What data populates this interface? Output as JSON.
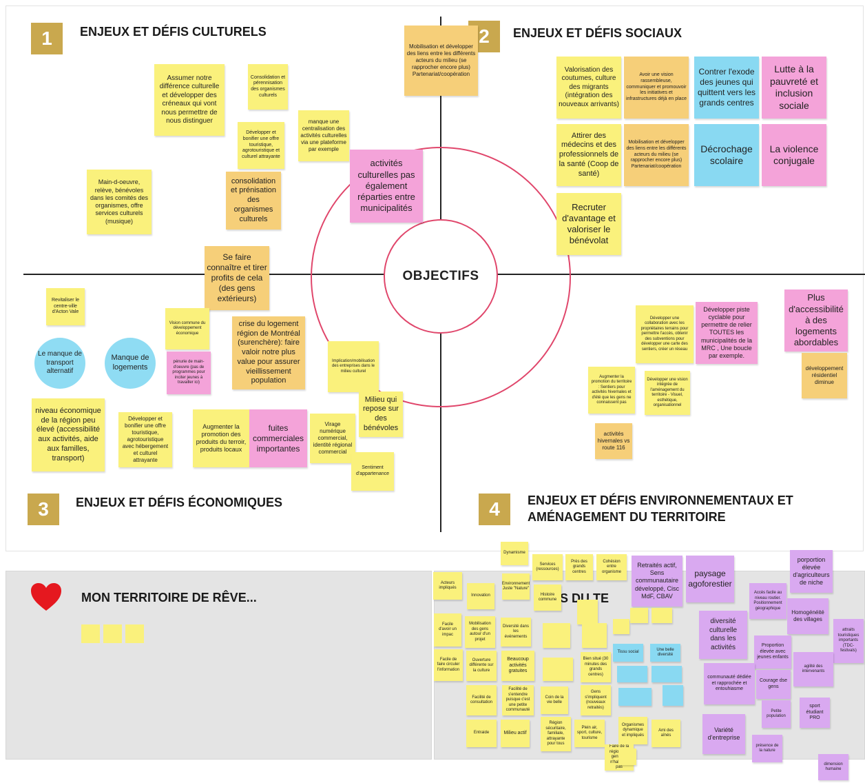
{
  "board": {
    "center_label": "OBJECTIFS"
  },
  "sections": {
    "q1": {
      "number": "1",
      "title": "ENJEUX ET DÉFIS CULTURELS"
    },
    "q2": {
      "number": "2",
      "title": "ENJEUX ET DÉFIS SOCIAUX"
    },
    "q3": {
      "number": "3",
      "title": "ENJEUX ET DÉFIS ÉCONOMIQUES"
    },
    "q4": {
      "number": "4",
      "title_line1": "ENJEUX ET DÉFIS ENVIRONNEMENTAUX ET",
      "title_line2": "AMÉNAGEMENT DU TERRITOIRE"
    }
  },
  "reve": {
    "title": "MON TERRITOIRE DE RÊVE..."
  },
  "ressources": {
    "title_partial": "RCES DU TE"
  },
  "colors": {
    "yellow": "#faf17c",
    "orange": "#f6cf79",
    "pink": "#f4a3d9",
    "blue": "#89d9f2",
    "violet": "#d9a9f0",
    "gold": "#c9a84e",
    "ring": "#e0466b"
  },
  "notes": {
    "c1": "Assumer notre différence culturelle et développer des créneaux qui vont nous permettre de nous distinguer",
    "c2": "Consolidation et pérennisation des organismes culturels",
    "c3": "Développer et bonifier une offre touristique, agrotouristique et culturel attrayante",
    "c4": "manque une centralisation des activités culturelles via une plateforme par exemple",
    "c5": "Main-d-oeuvre, relève, bénévoles dans les comités des organismes, offre services culturels (musique)",
    "c6": "consolidation et prénisation des organismes culturels",
    "c7": "activités culturelles pas également réparties entre municipalités",
    "c8": "Mobilisation et développer des liens entre les différents acteurs du milieu (se rapprocher encore plus) Partenariat/coopération",
    "c9": "Se faire connaître et tirer profits de cela (des gens extérieurs)",
    "s1": "Valorisation des coutumes, culture des migrants (intégration des nouveaux arrivants)",
    "s2": "Avoir une vision rassembleuse, communiquer et promouvoir les initiatives et infrastructures déjà en place",
    "s3": "Contrer l'exode des jeunes qui quittent vers les grands centres",
    "s4": "Lutte à la pauvreté et inclusion sociale",
    "s5": "Attirer des médecins et des professionnels de la santé (Coop de santé)",
    "s6": "Mobilisation et développer des liens entre les différents acteurs du milieu (se rapprocher encore plus) Partenariat/coopération",
    "s7": "Décrochage scolaire",
    "s8": "La violence conjugale",
    "s9": "Recruter d'avantage et valoriser le bénévolat",
    "e1": "Revitaliser le centre-ville d'Acton Vale",
    "e2": "Vision commune du développement économique",
    "e3": "crise du logement région de Montréal (surenchère): faire valoir notre plus value pour assurer vieillissement population",
    "e4": "Le manque de transport alternatif",
    "e5": "Manque de logements",
    "e6": "pénurie de main-d'oeuvre (pas de programmes pour inciter jeunes à travailler ici)",
    "e7": "Implication/mobilisation des entreprises dans le milieu culturel",
    "e8": "Milieu qui repose sur des bénévoles",
    "e9": "niveau économique de la région peu élevé (accessibilité aux activités, aide aux familles, transport)",
    "e10": "Développer et bonifier une offre touristique, agrotouristique avec hébergement et culturel attrayante",
    "e11": "Augmenter la promotion des produits du terroir, produits locaux",
    "e12": "fuites commerciales importantes",
    "e13": "Virage numérique commercial, identité régional commercial",
    "e14": "Sentiment d'appartenance",
    "v1": "Développer une collaboration avec les propriétaires terrains pour permettre l'accès, obtenir des subventions pour développer une carte des sentiers, créer un réseau",
    "v2": "Développer piste cyclable pour permettre de relier TOUTES les municipalités de la MRC , Une boucle par exemple.",
    "v3": "Plus d'accessibilité à des logements abordables",
    "v4": "Augmenter la promotion du territoire : Sentiers pour activités hivernales et d'été que les gens ne connaissent pas",
    "v5": "Développer une vision intégrée de l'aménagement du territoire - Visuel, esthétique, organisationnel",
    "v6": "développement résidentiel diminue",
    "v7": "activités hivernales vs route 116",
    "r1": "Dynamisme",
    "r2": "Services (ressources)",
    "r3": "Près des grands centres",
    "r4": "Cohésion entre organisme",
    "r5": "Retraités actif, Sens communautaire développé, Cisc MdF, CBAV",
    "r6": "paysage agoforestier",
    "r7": "porportion élevée d'agriculteurs de niche",
    "r8": "Acteurs impliqués",
    "r9": "Environnement Juste \"Nature\"",
    "r10": "Innovation",
    "r11": "Histoire commune",
    "r12": "Accès facile au niveau routier. Positionnement géographique",
    "r13": "Homogénéité des villages",
    "r14": "attraits touristiques importants (TDC-festivals)",
    "r15": "Facile d'avoir un impac",
    "r16": "Mobilisation des gens autour d'un projet",
    "r17": "Diversité dans les événements",
    "r18": "diversité culturelle dans les activités",
    "r19": "Proportion élevée avec jeunes enfants",
    "r20": "agilité des intervenants",
    "r21": "Facile de faire circuler l'information",
    "r22": "Ouverture différente sur la culture",
    "r23": "Beaucoup activités gratuites",
    "r24": "Bien situé (30 minutes des grands centres)",
    "r25": "communauté dédiée et rapprochée et entouhiasme",
    "r26": "Courage dse gens",
    "r27": "Facilité de consultation",
    "r28": "Facilité de s'entendre puisque c'est une petite communauté",
    "r29": "Coin de la vie belle",
    "r30": "Gens s'impliquent (nouveaux retraités)",
    "r31": "Petite population",
    "r32": "sport étudiant PRO",
    "r33": "Entraide",
    "r34": "Milieu actif",
    "r35": "Région sécuritaire, familiale, attrayante pour tous",
    "r36": "Plein air, sport, culture, tourisme",
    "r37": "Organismes dynamique et impliqués",
    "r38": "Ami des aînés",
    "r39": "Variété d'entreprise",
    "r40": "présence de la nature",
    "r41": "dimension humaine",
    "r42": "Faire de la région des gens qui n'habitent pas",
    "r43": "Tissu social",
    "r44": "Une belle diversité"
  }
}
